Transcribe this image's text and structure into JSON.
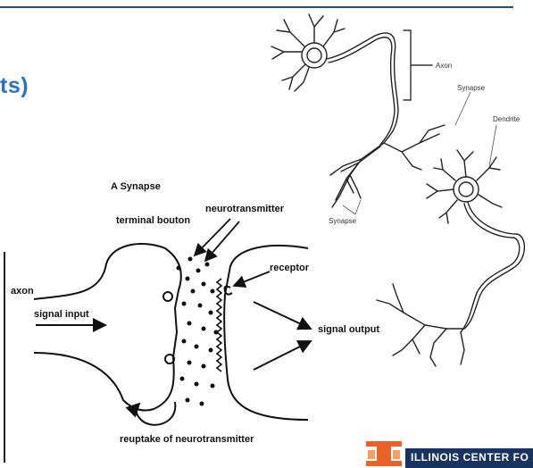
{
  "slide": {
    "title_fragment": "ts)",
    "accent_color": "#2a6fc9",
    "rule_color": "#1f4e8c"
  },
  "synapse_diagram": {
    "title": "A Synapse",
    "labels": {
      "terminal_bouton": "terminal bouton",
      "neurotransmitter": "neurotransmitter",
      "receptor": "receptor",
      "axon": "axon",
      "signal_input": "signal input",
      "signal_output": "signal output",
      "reuptake": "reuptake of neurotransmitter"
    }
  },
  "neuron_diagram": {
    "labels": {
      "axon": "Axon",
      "synapse_right": "Synapse",
      "dendrite": "Dendrite",
      "synapse_left": "Synapse"
    }
  },
  "logo": {
    "text": "ILLINOIS CENTER FO",
    "icon": "illinois-block-i-icon",
    "bar_color": "#18335f",
    "mark_color": "#e8622a"
  }
}
